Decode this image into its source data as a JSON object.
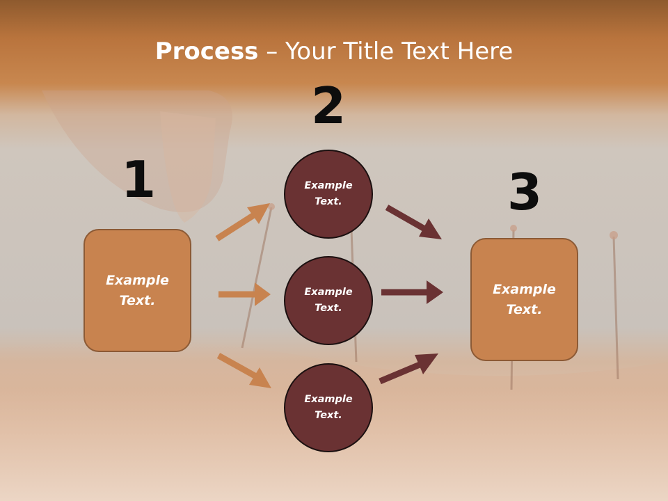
{
  "title": {
    "bold": "Process",
    "rest": " – Your Title Text Here"
  },
  "steps": [
    {
      "number": "1",
      "text": "Example Text."
    },
    {
      "number": "2",
      "items": [
        {
          "text": "Example Text."
        },
        {
          "text": "Example Text."
        },
        {
          "text": "Example Text."
        }
      ]
    },
    {
      "number": "3",
      "text": "Example Text."
    }
  ],
  "colors": {
    "box_fill": "#c8834f",
    "circle_fill": "#6a3233",
    "arrow_orange": "#c8834f",
    "arrow_brown": "#6a3233"
  }
}
